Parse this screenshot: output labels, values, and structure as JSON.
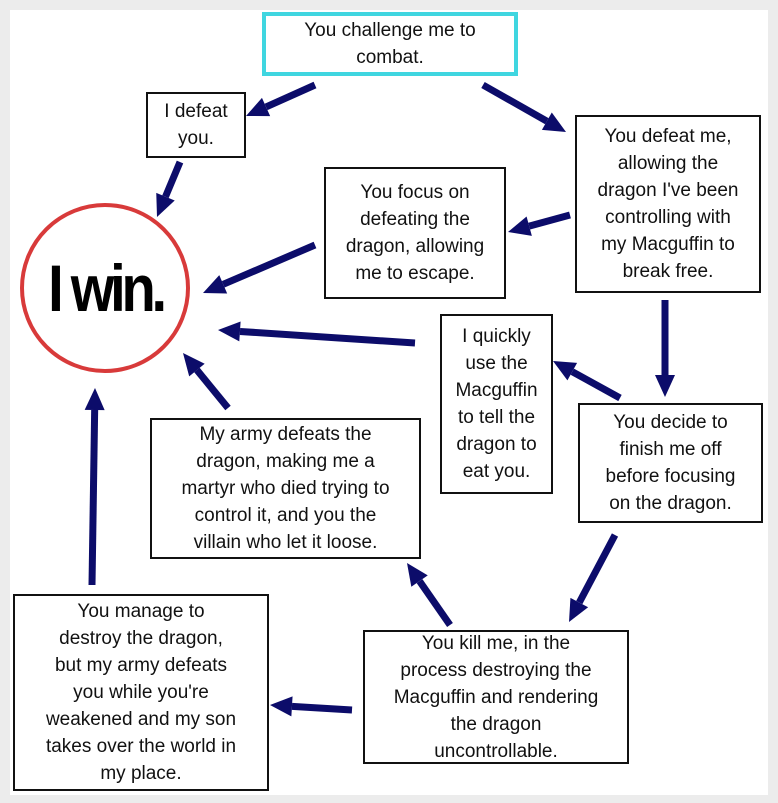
{
  "colors": {
    "arrow": "#0c0c6a",
    "start_border": "#3fd6e0",
    "win_border": "#d83a3a"
  },
  "win": "I win.",
  "nodes": {
    "start": "You challenge me to\ncombat.",
    "i_defeat_you": "I defeat\nyou.",
    "you_defeat_me": "You defeat me,\nallowing the\ndragon I've been\ncontrolling with\nmy Macguffin to\nbreak free.",
    "you_focus": "You focus on\ndefeating the\ndragon, allowing\nme to escape.",
    "i_quickly": "I quickly\nuse the\nMacguffin\nto tell the\ndragon to\neat you.",
    "you_decide": "You decide to\nfinish me off\nbefore focusing\non the dragon.",
    "my_army": "My army defeats the\ndragon, making me a\nmartyr who died trying to\ncontrol it, and you the\nvillain who let it loose.",
    "you_kill_me": "You kill me, in the\nprocess destroying the\nMacguffin and rendering\nthe dragon\nuncontrollable.",
    "you_manage": "You manage to\ndestroy the dragon,\nbut my army defeats\nyou while you're\nweakened and my son\ntakes over the world in\nmy place."
  }
}
